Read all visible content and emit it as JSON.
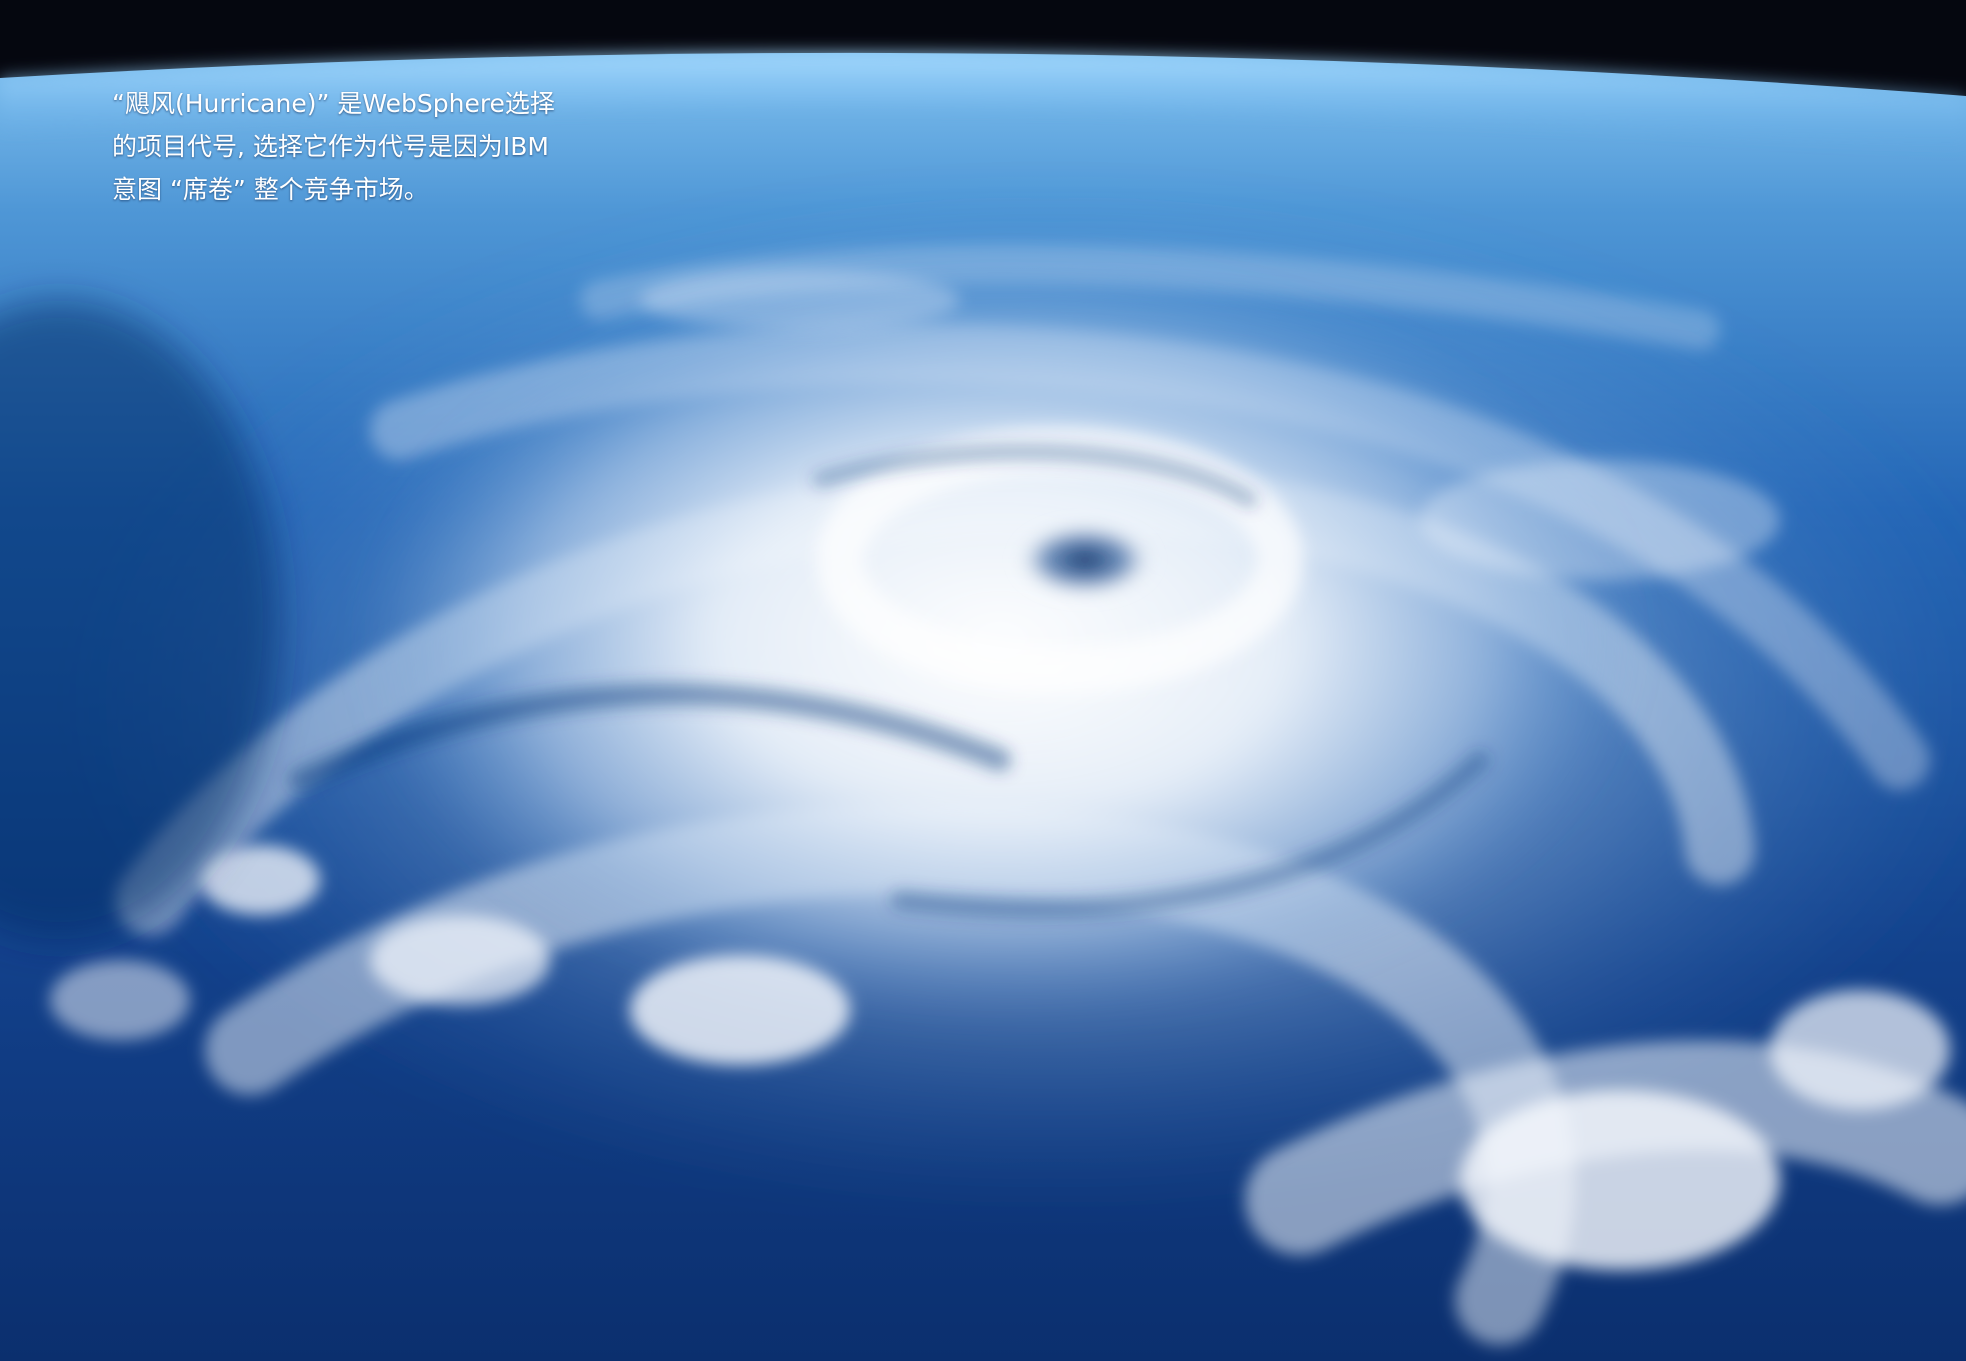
{
  "caption": {
    "lines": [
      "“飓风(Hurricane)” 是WebSphere选择",
      "的项目代号, 选择它作为代号是因为IBM",
      "意图 “席卷” 整个竞争市场。"
    ]
  },
  "colors": {
    "space": "#05070f",
    "ocean_top": "#5fa6de",
    "ocean_mid": "#1f5fae",
    "ocean_deep": "#0b2f6e",
    "cloud": "#f2f6fb",
    "eye": "#123a78"
  }
}
